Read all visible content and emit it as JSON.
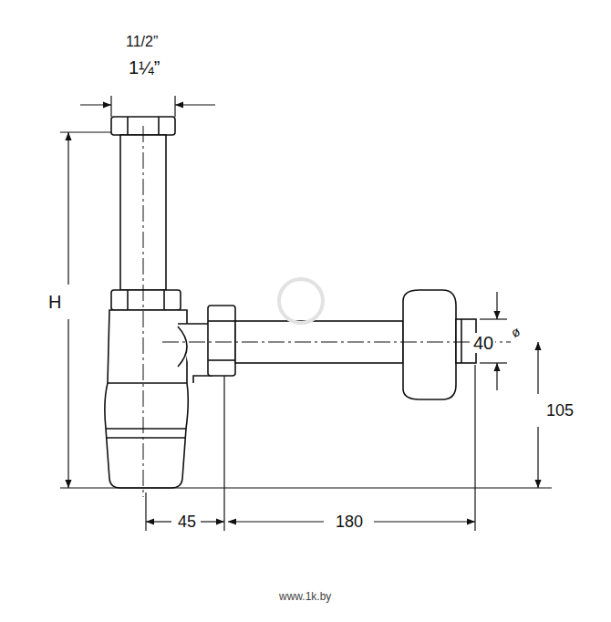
{
  "diagram": {
    "labels": [
      "11/2”",
      "1¼”",
      "H",
      "40",
      "ø",
      "105",
      "45",
      "180",
      "www.1k.by"
    ]
  }
}
